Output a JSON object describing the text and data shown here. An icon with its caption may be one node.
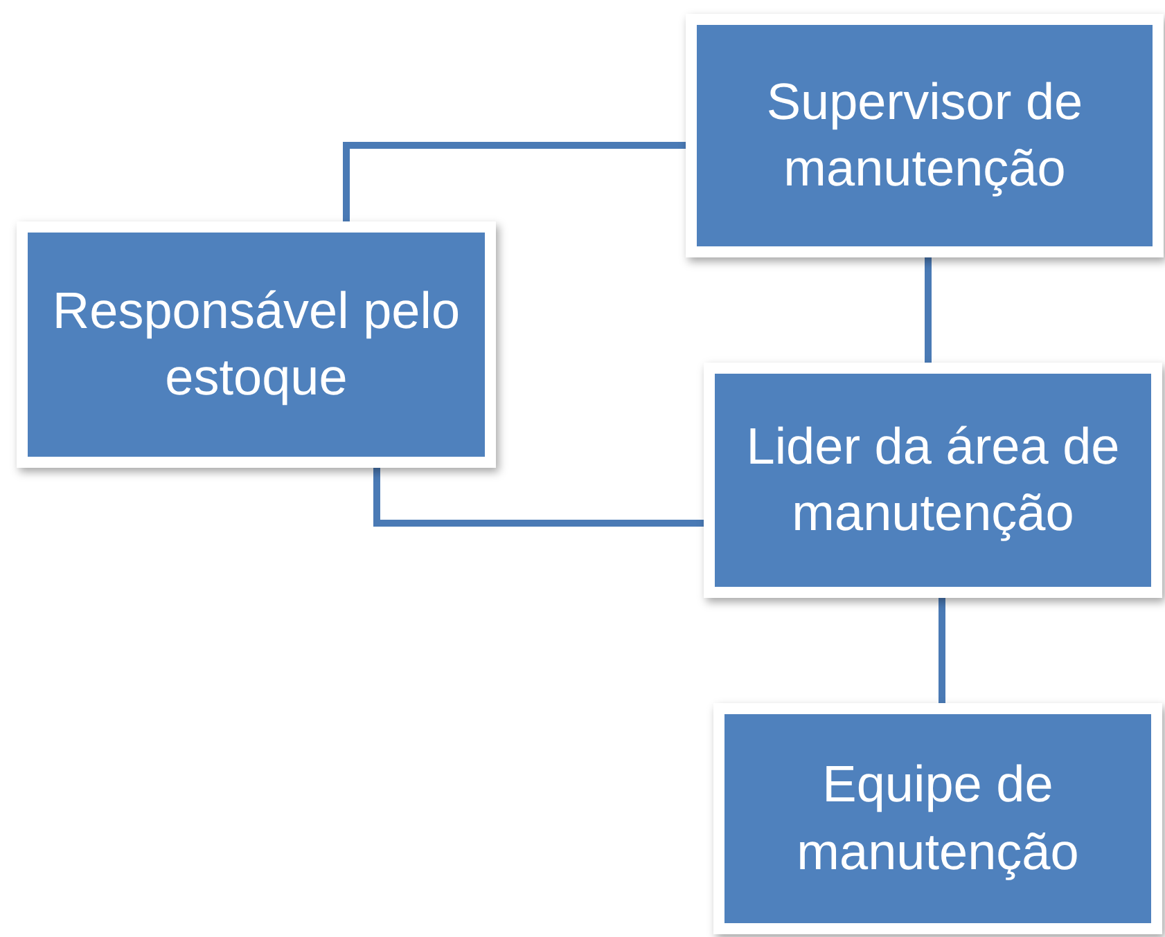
{
  "diagram": {
    "nodes": [
      {
        "text": [
          "Supervisor de manutenção"
        ]
      },
      {
        "text": [
          "Responsável pelo estoque"
        ]
      },
      {
        "text": [
          "Lider da área de manutenção"
        ]
      },
      {
        "text": [
          "Equipe de manutenção"
        ]
      }
    ],
    "edges": [
      {
        "from": 0,
        "to": 1,
        "arrow": "none"
      },
      {
        "from": 1,
        "to": 2,
        "arrow": "none"
      },
      {
        "from": 0,
        "to": 2,
        "arrow": "none"
      },
      {
        "from": 2,
        "to": 3,
        "arrow": "none"
      }
    ]
  }
}
